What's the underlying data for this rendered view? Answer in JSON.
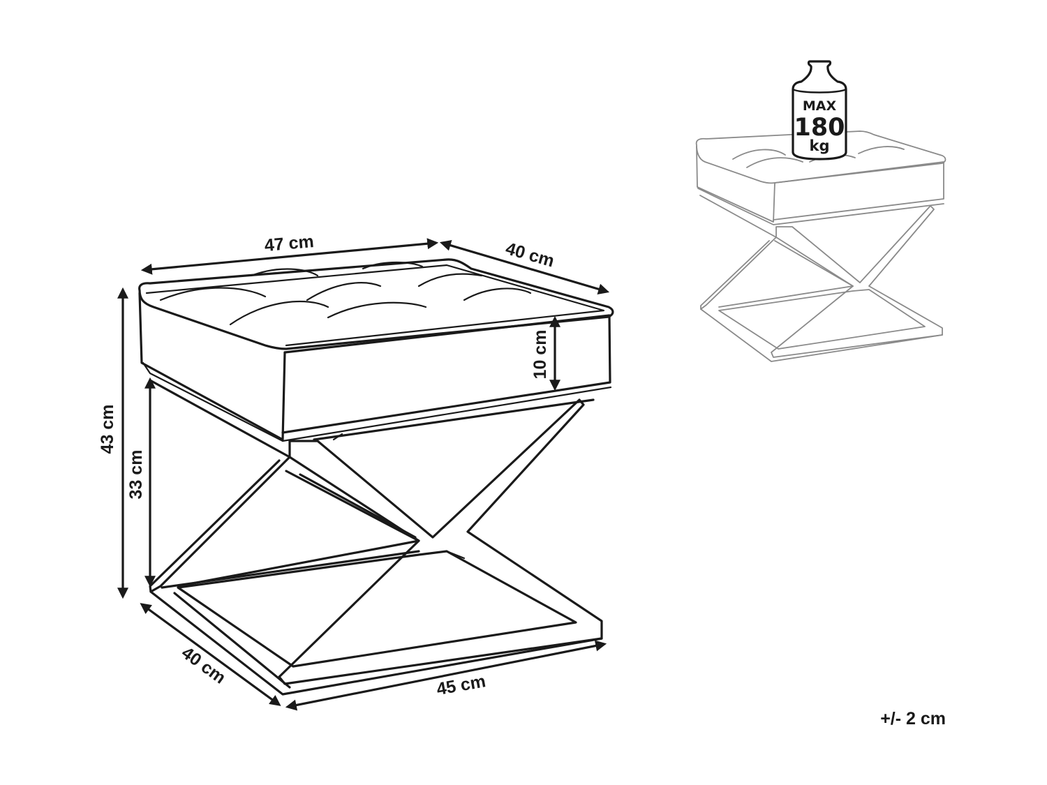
{
  "diagram": {
    "dimensions": {
      "top_width": "47 cm",
      "top_depth": "40 cm",
      "total_height": "43 cm",
      "leg_height": "33 cm",
      "cushion_height": "10 cm",
      "base_depth": "40 cm",
      "base_width": "45 cm"
    },
    "weight_badge": {
      "line1": "MAX",
      "line2": "180",
      "line3": "kg"
    },
    "tolerance": "+/- 2 cm"
  }
}
